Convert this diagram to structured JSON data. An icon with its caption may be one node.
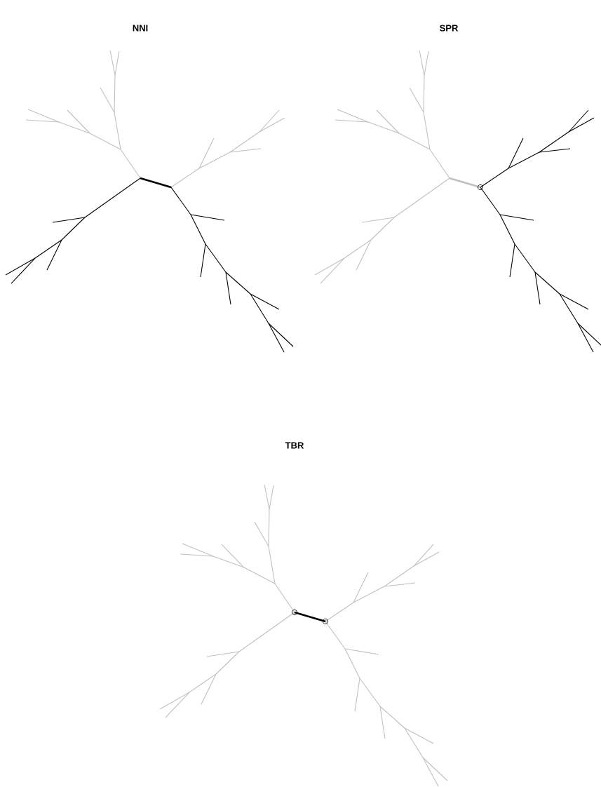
{
  "diagram": {
    "labels": [
      "NNI",
      "SPR",
      "TBR"
    ]
  }
}
